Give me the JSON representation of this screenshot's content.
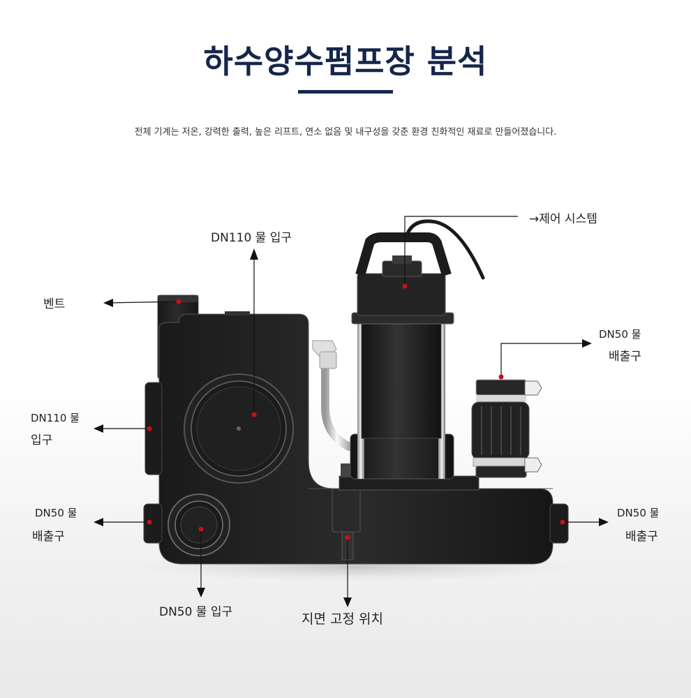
{
  "title": "하수양수펌프장 분석",
  "subtitle": "전체 기계는 저온, 강력한 출력, 높은 리프트, 연소 없음 및 내구성을 갖춘 환경 친화적인 재료로 만들어졌습니다.",
  "labels": {
    "vent": "벤트",
    "top_inlet": "DN110 물 입구",
    "control_system": "→제어 시스템",
    "right_outlet_upper_line1": "DN50 물",
    "right_outlet_upper_line2": "배출구",
    "left_inlet_line1": "DN110 물",
    "left_inlet_line2": "입구",
    "left_outlet_line1": "DN50 물",
    "left_outlet_line2": "배출구",
    "right_outlet_lower_line1": "DN50 물",
    "right_outlet_lower_line2": "배출구",
    "bottom_inlet": "DN50 물 입구",
    "ground_fix": "지면 고정 위치"
  },
  "colors": {
    "title": "#15264a",
    "body": "#222222",
    "marker": "#c8101a",
    "arrow": "#111111"
  }
}
